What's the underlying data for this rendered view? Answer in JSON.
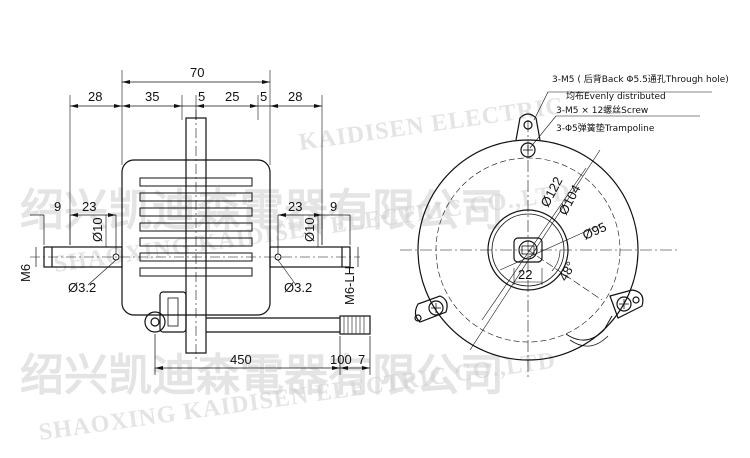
{
  "dimensions": {
    "overall": "70",
    "left_top_28": "28",
    "seg_35": "35",
    "seg_5a": "5",
    "seg_25": "25",
    "seg_5b": "5",
    "right_top_28": "28",
    "left_9": "9",
    "left_23": "23",
    "right_23": "23",
    "right_9": "9",
    "left_shaft_dia": "Ø10",
    "right_shaft_dia": "Ø10",
    "left_hole": "Ø3.2",
    "right_hole": "Ø3.2",
    "left_thread": "M6",
    "right_thread": "M6-LH",
    "lead_450": "450",
    "lead_100": "100",
    "lead_7": "7",
    "dia_122": "Ø122",
    "dia_104": "Ø104",
    "dia_95": "Ø95",
    "offset_22": "22",
    "angle_48": "48°"
  },
  "notes": {
    "line1": "3-M5 ( 后背Back Φ5.5通孔Through hole)",
    "line2": "均布Evenly distributed",
    "line3": "3-M5 × 12螺丝Screw",
    "line4": "3-Φ5弹簧垫Trampoline"
  },
  "watermark": {
    "cn_line1": "绍兴凯迪森電器有限公司",
    "en_line1": "KAIDISEN ELECTRIC",
    "cn_line2": "绍兴凯迪森電器有限公司",
    "en_line2": "SHAOXING KAIDISEN ELECTRIC CO.,LTD",
    "en_line3": "SHAOXING KAIDISEN ELECTRIC CO.,LTD"
  }
}
